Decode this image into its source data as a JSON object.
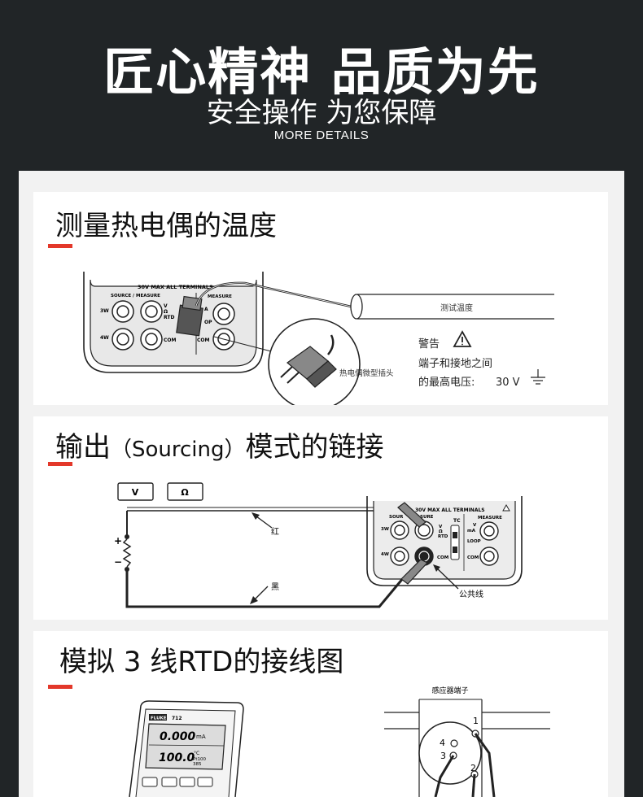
{
  "header": {
    "main_title": "匠心精神 品质为先",
    "subtitle": "安全操作 为您保障",
    "more_link": "MORE DETAILS"
  },
  "section1": {
    "title": "测量热电偶的温度",
    "device_header": "30V MAX ALL TERMINALS",
    "source_measure": "SOURCE / MEASURE",
    "measure": "MEASURE",
    "label_3w": "3W",
    "label_4w": "4W",
    "label_v": "V",
    "label_omega": "Ω",
    "label_rtd": "RTD",
    "label_com": "COM",
    "label_com2": "COM",
    "label_a": "A",
    "label_op": "OP",
    "probe_label": "测试温度",
    "warning_title": "警告",
    "warning_line1": "端子和接地之间",
    "warning_line2": "的最高电压:",
    "warning_voltage": "30 V",
    "plug_label": "热电偶微型插头"
  },
  "section2": {
    "title_a": "输出",
    "title_paren": "（Sourcing）",
    "title_b": "模式的链接",
    "btn_v": "V",
    "btn_ohm": "Ω",
    "plus": "+",
    "minus": "−",
    "red_label": "红",
    "black_label": "黑",
    "common_label": "公共线",
    "device_header": "30V MAX ALL TERMINALS",
    "source": "SOUR",
    "easure": "EASURE",
    "measure": "MEASURE",
    "tc": "TC",
    "v": "V",
    "omega": "Ω",
    "rtd": "RTD",
    "v_ma": "V",
    "ma": "mA",
    "loop": "LOOP",
    "com": "COM",
    "com2": "COM",
    "label_3w": "3W",
    "label_4w": "4W"
  },
  "section3": {
    "title": "模拟 3 线RTD的接线图",
    "brand": "FLUKE",
    "model": "712",
    "lcd_top_value": "0.000",
    "lcd_top_unit": "mA",
    "lcd_bottom_value": "100.0",
    "lcd_bottom_unit": "°C",
    "lcd_bottom_extra": "Pt100",
    "lcd_bottom_extra2": "385",
    "sensor_label": "感应器端子",
    "pin1": "1",
    "pin2": "2",
    "pin3": "3",
    "pin4": "4"
  },
  "colors": {
    "accent": "#e3382a",
    "header_bg": "#212527"
  }
}
